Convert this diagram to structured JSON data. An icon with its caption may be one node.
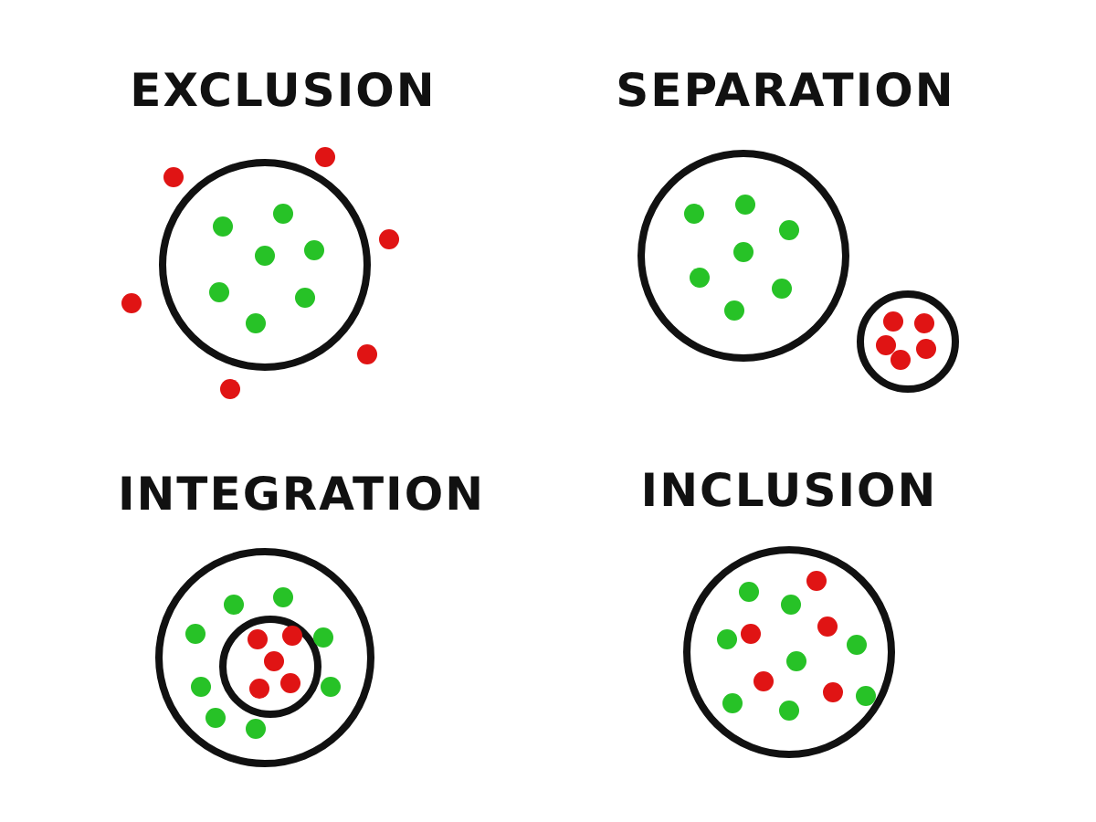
{
  "diagram": {
    "nodes": [
      {
        "text": [
          "EXCLUSION"
        ]
      },
      {
        "text": [
          "SEPARATION"
        ]
      },
      {
        "text": [],
        "shape": "circle"
      },
      {
        "text": [
          "INTEGRATION"
        ]
      },
      {
        "text": [],
        "shape": "circle",
        "in": 3
      },
      {
        "text": [
          "INCLUSION"
        ]
      }
    ]
  }
}
